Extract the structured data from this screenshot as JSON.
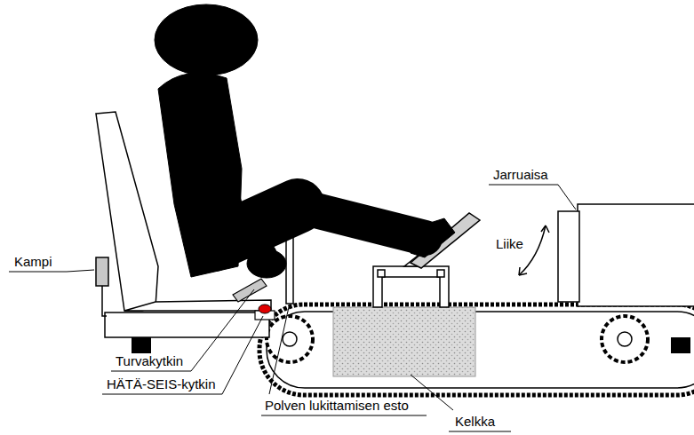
{
  "diagram": {
    "labels": [
      "Jarruaisa",
      "Liike",
      "Kampi",
      "Turvakytkin",
      "HÄTÄ-SEIS-kytkin",
      "Polven lukittamisen esto",
      "Kelkka"
    ]
  }
}
